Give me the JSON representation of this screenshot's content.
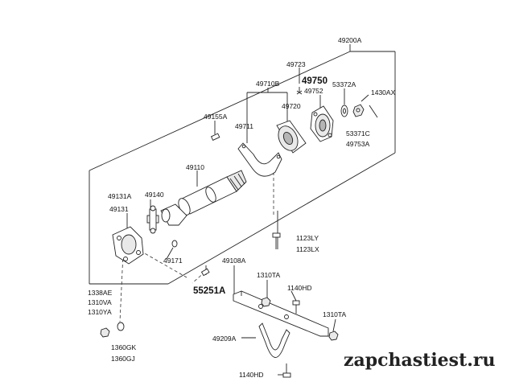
{
  "labels": {
    "l49200A": "49200A",
    "l49723": "49723",
    "l49750": "49750",
    "l49752": "49752",
    "l53372A": "53372A",
    "l1430AX": "1430AX",
    "l49710B": "49710B",
    "l49720": "49720",
    "l49155A": "49155A",
    "l49711": "49711",
    "l53371C": "53371C",
    "l49753A": "49753A",
    "l49110": "49110",
    "l49131A": "49131A",
    "l49140": "49140",
    "l49131": "49131",
    "l1123LY": "1123LY",
    "l1123LX": "1123LX",
    "l49171": "49171",
    "l49108A": "49108A",
    "l1310TA_a": "1310TA",
    "l55251A": "55251A",
    "l1140HD_a": "1140HD",
    "l1338AE": "1338AE",
    "l1310VA": "1310VA",
    "l1310YA": "1310YA",
    "l1310TA_b": "1310TA",
    "l49209A": "49209A",
    "l1360GK": "1360GK",
    "l1360GJ": "1360GJ",
    "l1140HD_b": "1140HD"
  },
  "watermark": "zapchastiest.ru"
}
